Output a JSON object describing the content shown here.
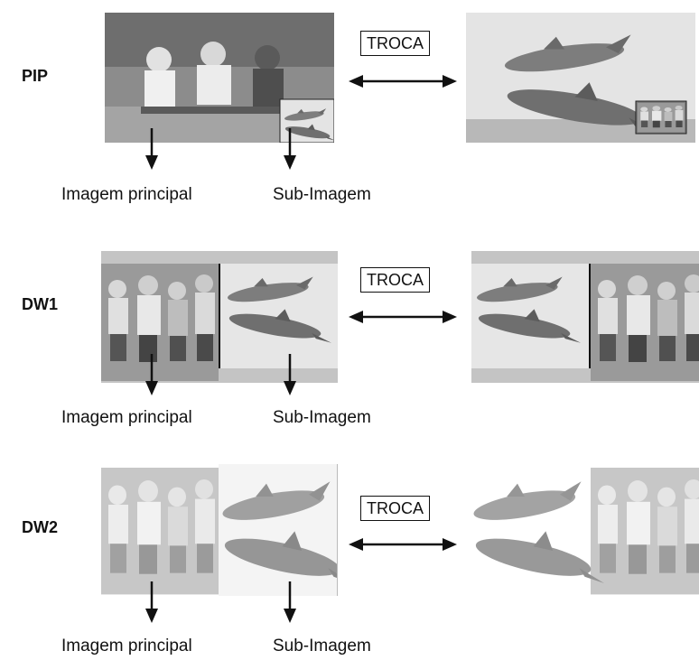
{
  "rows": [
    {
      "mode_label": "PIP",
      "swap_label": "TROCA",
      "main_caption": "Imagem principal",
      "sub_caption": "Sub-Imagem"
    },
    {
      "mode_label": "DW1",
      "swap_label": "TROCA",
      "main_caption": "Imagem principal",
      "sub_caption": "Sub-Imagem"
    },
    {
      "mode_label": "DW2",
      "swap_label": "TROCA",
      "main_caption": "Imagem principal",
      "sub_caption": "Sub-Imagem"
    }
  ],
  "colors": {
    "ink": "#111111",
    "gray_bar": "#c4c4c4",
    "sky": "#e6e6e6",
    "photo_dark": "#7a7a7a"
  }
}
